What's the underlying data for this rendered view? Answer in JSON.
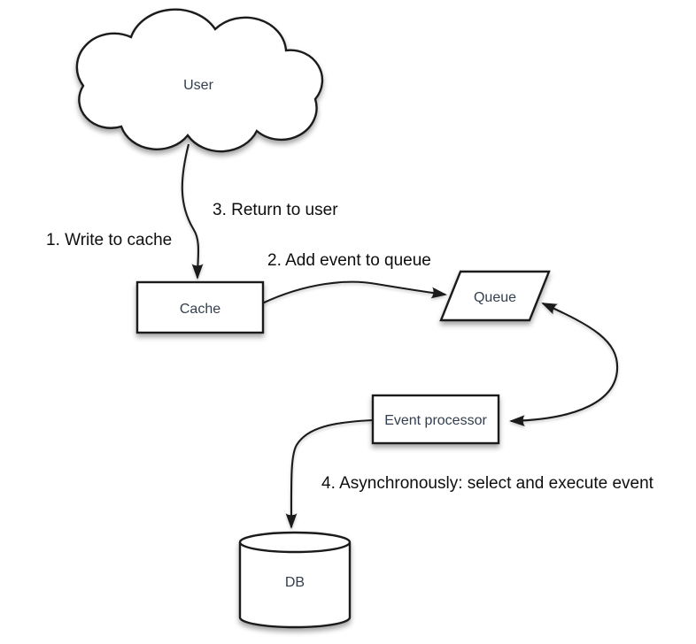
{
  "diagram": {
    "title_hint": "Asynchronous write-through cache with event queue",
    "colors": {
      "background": "#ffffff",
      "line": "#1b1b1b",
      "node_fill": "#ffffff",
      "node_text": "#333e4e",
      "label_text": "#0e0e0e"
    },
    "nodes": {
      "user": {
        "label": "User",
        "shape": "cloud"
      },
      "cache": {
        "label": "Cache",
        "shape": "rectangle"
      },
      "queue": {
        "label": "Queue",
        "shape": "parallelogram"
      },
      "event_processor": {
        "label": "Event processor",
        "shape": "rectangle"
      },
      "db": {
        "label": "DB",
        "shape": "cylinder"
      }
    },
    "edges": [
      {
        "from": "user",
        "to": "cache",
        "arrowheads": "single"
      },
      {
        "from": "cache",
        "to": "queue",
        "arrowheads": "single"
      },
      {
        "from": "queue",
        "to": "event_processor",
        "arrowheads": "double"
      },
      {
        "from": "event_processor",
        "to": "db",
        "arrowheads": "single"
      }
    ],
    "edge_labels": {
      "step1": "1. Write to cache",
      "step2": "2. Add event to queue",
      "step3": "3. Return to user",
      "step4": "4. Asynchronously: select and execute event"
    }
  }
}
